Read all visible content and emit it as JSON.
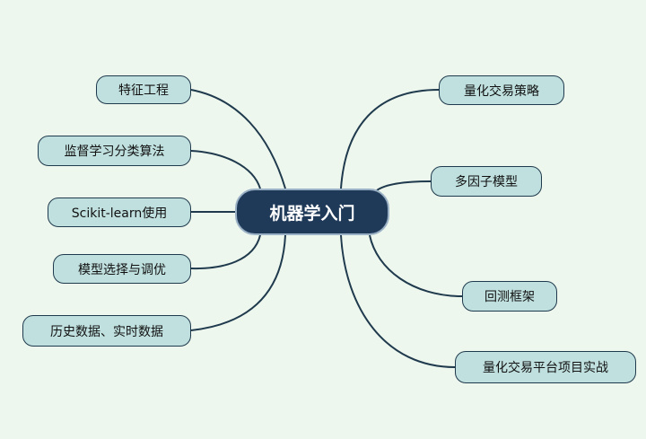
{
  "diagram": {
    "root": "机器学入门",
    "left": [
      "特征工程",
      "监督学习分类算法",
      "Scikit-learn使用",
      "模型选择与调优",
      "历史数据、实时数据"
    ],
    "right": [
      "量化交易策略",
      "多因子模型",
      "回测框架",
      "量化交易平台项目实战"
    ]
  },
  "colors": {
    "background": "#eef7ee",
    "root_fill": "#1f3a59",
    "node_fill": "#bfe0de",
    "line": "#1f3a4d"
  }
}
